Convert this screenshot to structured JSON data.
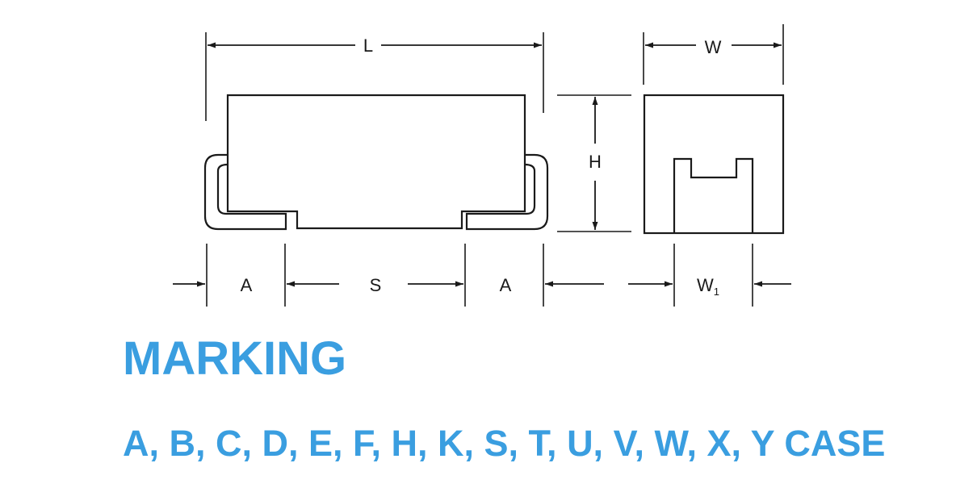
{
  "diagram": {
    "labels": {
      "length": "L",
      "width": "W",
      "height": "H",
      "termination_left": "A",
      "spacing": "S",
      "termination_right": "A",
      "termination_width": "W",
      "termination_width_sub": "1"
    },
    "line_color": "#1a1a1a"
  },
  "heading": {
    "title": "MARKING",
    "subtitle": "A, B, C, D, E, F, H, K, S, T, U, V, W, X, Y CASE",
    "color": "#3a9ee0"
  }
}
